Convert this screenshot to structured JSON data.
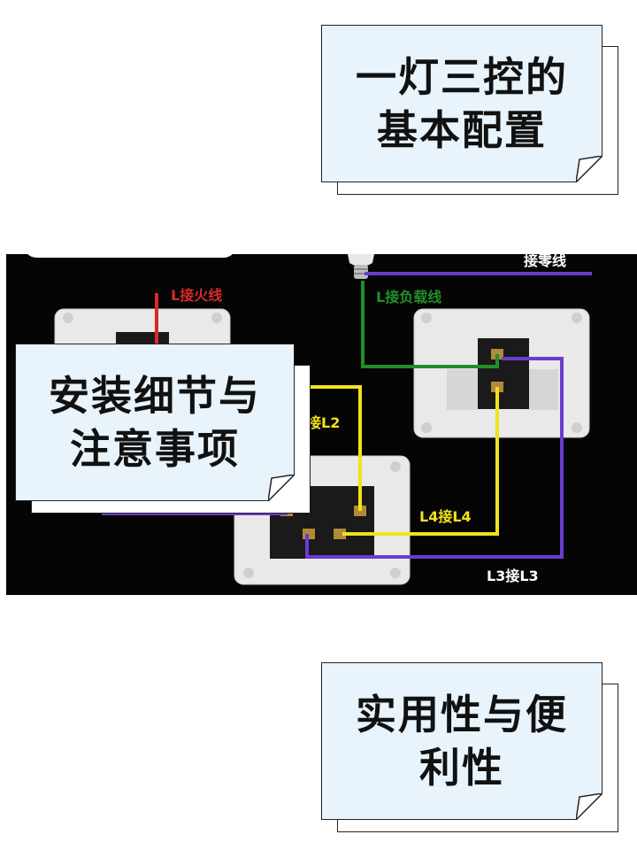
{
  "cards": {
    "top": {
      "lines": [
        "一灯三控的",
        "基本配置"
      ]
    },
    "middle": {
      "lines": [
        "安装细节与",
        "注意事项"
      ]
    },
    "bottom": {
      "lines": [
        "实用性与便",
        "利性"
      ]
    }
  },
  "diagram": {
    "labels": {
      "neutral": "接零线",
      "live": "L接火线",
      "load": "L接负载线",
      "l2": "接L2",
      "l4": "L4接L4",
      "l3": "L3接L3"
    },
    "colors": {
      "background": "#050505",
      "live": "#d72a2a",
      "load": "#1f8f2a",
      "l2l4": "#f2e21a",
      "l3": "#6a3ccf",
      "neutral": "#6a3ccf"
    }
  }
}
